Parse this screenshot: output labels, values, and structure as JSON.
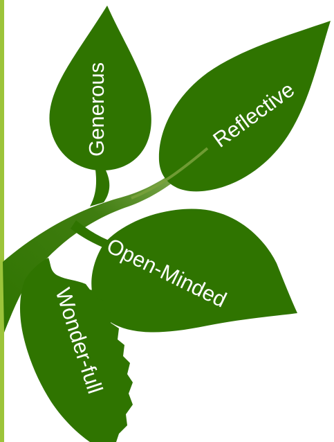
{
  "colors": {
    "leaf": "#2f7400",
    "stem_highlight": "#7aa23c",
    "accent_bar": "#9cc43a",
    "background": "#ffffff",
    "text": "#ffffff"
  },
  "leaves": {
    "generous": {
      "label": "Generous"
    },
    "reflective": {
      "label": "Reflective"
    },
    "open_minded": {
      "label": "Open-Minded"
    },
    "wonder_full": {
      "label": "Wonder-full"
    }
  }
}
